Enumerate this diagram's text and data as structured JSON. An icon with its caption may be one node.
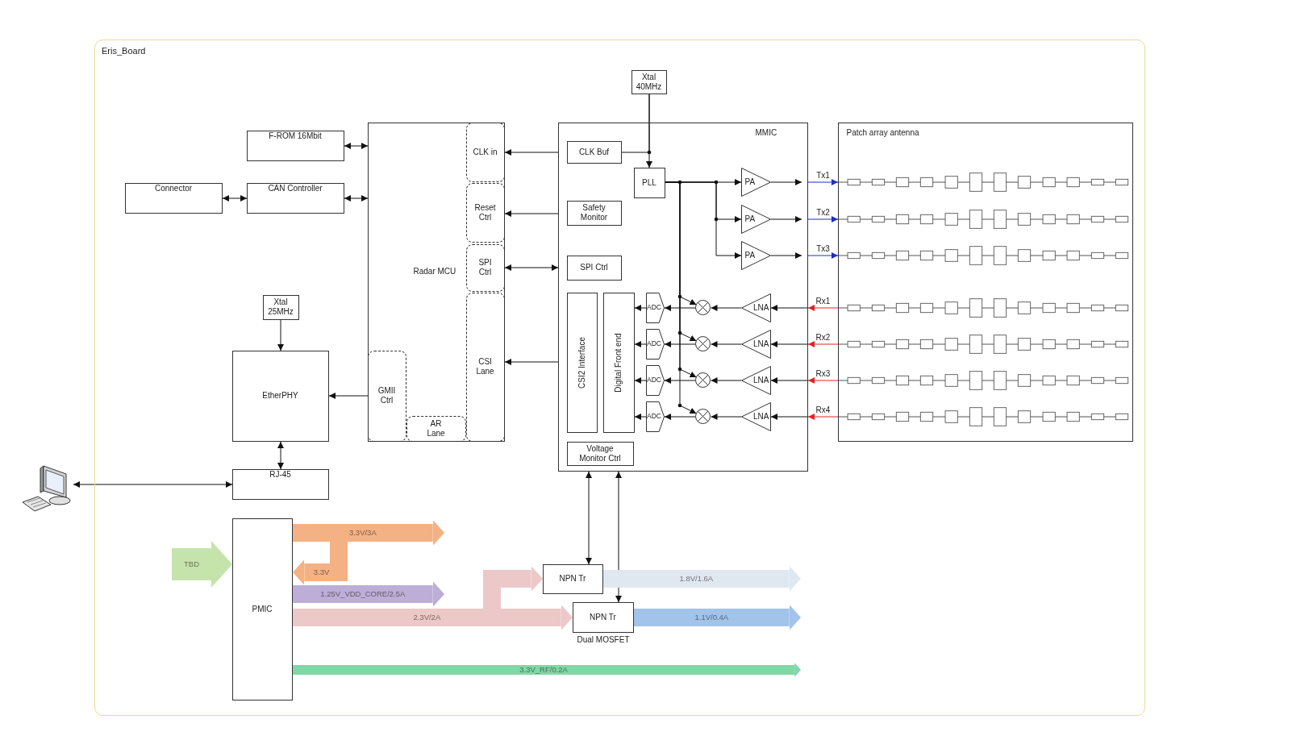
{
  "diagram": {
    "nodes": [
      {
        "text": [
          "Eris_Board"
        ]
      },
      {
        "text": [
          "Xtal 40MHz"
        ],
        "in": 0
      },
      {
        "text": [
          "F-ROM 16Mbit"
        ],
        "in": 0
      },
      {
        "text": [
          "Radar MCU"
        ],
        "in": 0
      },
      {
        "text": [
          "CLK in"
        ],
        "in": 3
      },
      {
        "text": [
          "Reset Ctrl"
        ],
        "in": 3
      },
      {
        "text": [
          "SPI Ctrl"
        ],
        "in": 3
      },
      {
        "text": [
          "CSI Lane"
        ],
        "in": 3
      },
      {
        "text": [
          "GMII Ctrl"
        ],
        "in": 3
      },
      {
        "text": [
          "AR Lane"
        ],
        "in": 3
      },
      {
        "text": [
          "MMIC"
        ],
        "in": 0
      },
      {
        "text": [
          "CLK Buf"
        ],
        "in": 10
      },
      {
        "text": [
          "PLL"
        ],
        "in": 10
      },
      {
        "text": [
          "Safety Monitor"
        ],
        "in": 10
      },
      {
        "text": [
          "SPI Ctrl"
        ],
        "in": 10
      },
      {
        "text": [
          "CSI2 Interface"
        ],
        "in": 10
      },
      {
        "text": [
          "Digital Front end"
        ],
        "in": 10
      },
      {
        "text": [
          "Voltage Monitor Ctrl"
        ],
        "in": 10
      },
      {
        "text": [
          "PA"
        ],
        "in": 10
      },
      {
        "text": [
          "PA"
        ],
        "in": 10
      },
      {
        "text": [
          "PA"
        ],
        "in": 10
      },
      {
        "text": [
          "LNA"
        ],
        "in": 10
      },
      {
        "text": [
          "LNA"
        ],
        "in": 10
      },
      {
        "text": [
          "LNA"
        ],
        "in": 10
      },
      {
        "text": [
          "LNA"
        ],
        "in": 10
      },
      {
        "text": [],
        "shape": "circle",
        "in": 10
      },
      {
        "text": [],
        "shape": "circle",
        "in": 10
      },
      {
        "text": [],
        "shape": "circle",
        "in": 10
      },
      {
        "text": [],
        "shape": "circle",
        "in": 10
      },
      {
        "text": [
          "ADC"
        ],
        "in": 10
      },
      {
        "text": [
          "ADC"
        ],
        "in": 10
      },
      {
        "text": [
          "ADC"
        ],
        "in": 10
      },
      {
        "text": [
          "ADC"
        ],
        "in": 10
      },
      {
        "text": [
          "Patch array antenna"
        ],
        "in": 0
      },
      {
        "text": [
          "Connector"
        ],
        "in": 0
      },
      {
        "text": [
          "CAN Controller"
        ],
        "in": 0
      },
      {
        "text": [
          "Xtal 25MHz"
        ],
        "in": 0
      },
      {
        "text": [
          "EtherPHY"
        ],
        "in": 0
      },
      {
        "text": [
          "RJ-45"
        ],
        "in": 0
      },
      {
        "text": [],
        "shape": "computer"
      },
      {
        "text": [
          "PMIC"
        ],
        "in": 0
      },
      {
        "text": [
          "NPN Tr"
        ],
        "in": 0
      },
      {
        "text": [
          "NPN Tr"
        ],
        "in": 0,
        "beside": [
          "Dual MOSFET"
        ]
      }
    ],
    "edges": [
      {
        "from": 1,
        "to": 12,
        "arrow": "to"
      },
      {
        "from": 1,
        "to": 11,
        "arrow": "none"
      },
      {
        "from": 10,
        "to": 4,
        "arrow": "to"
      },
      {
        "from": 10,
        "to": 5,
        "arrow": "to"
      },
      {
        "from": 6,
        "to": 10,
        "arrow": "both"
      },
      {
        "from": 10,
        "to": 7,
        "arrow": "to"
      },
      {
        "from": 2,
        "to": 3,
        "arrow": "both"
      },
      {
        "from": 35,
        "to": 3,
        "arrow": "both"
      },
      {
        "from": 34,
        "to": 35,
        "arrow": "both"
      },
      {
        "from": 36,
        "to": 37,
        "arrow": "to"
      },
      {
        "from": 8,
        "to": 37,
        "arrow": "to"
      },
      {
        "from": 37,
        "to": 38,
        "arrow": "both"
      },
      {
        "from": 39,
        "to": 38,
        "arrow": "both"
      },
      {
        "from": 12,
        "to": 18,
        "arrow": "to"
      },
      {
        "from": 12,
        "to": 19,
        "arrow": "to"
      },
      {
        "from": 12,
        "to": 20,
        "arrow": "to"
      },
      {
        "from": 18,
        "to": null,
        "arrow": "to"
      },
      {
        "from": 19,
        "to": null,
        "arrow": "to"
      },
      {
        "from": 20,
        "to": null,
        "arrow": "to"
      },
      {
        "from": 10,
        "to": 33,
        "arrow": "to",
        "label": "Tx1",
        "color": "#1f2fc8"
      },
      {
        "from": 10,
        "to": 33,
        "arrow": "to",
        "label": "Tx2",
        "color": "#1f2fc8"
      },
      {
        "from": 10,
        "to": 33,
        "arrow": "to",
        "label": "Tx3",
        "color": "#1f2fc8"
      },
      {
        "from": 33,
        "to": 10,
        "arrow": "to",
        "label": "Rx1",
        "color": "#e02424"
      },
      {
        "from": 33,
        "to": 10,
        "arrow": "to",
        "label": "Rx2",
        "color": "#e02424"
      },
      {
        "from": 33,
        "to": 10,
        "arrow": "to",
        "label": "Rx3",
        "color": "#e02424"
      },
      {
        "from": 33,
        "to": 10,
        "arrow": "to",
        "label": "Rx4",
        "color": "#e02424"
      },
      {
        "from": null,
        "to": 21,
        "arrow": "to"
      },
      {
        "from": null,
        "to": 22,
        "arrow": "to"
      },
      {
        "from": null,
        "to": 23,
        "arrow": "to"
      },
      {
        "from": null,
        "to": 24,
        "arrow": "to"
      },
      {
        "from": 21,
        "to": 25,
        "arrow": "to"
      },
      {
        "from": 22,
        "to": 26,
        "arrow": "to"
      },
      {
        "from": 23,
        "to": 27,
        "arrow": "to"
      },
      {
        "from": 24,
        "to": 28,
        "arrow": "to"
      },
      {
        "from": 25,
        "to": 29,
        "arrow": "to"
      },
      {
        "from": 26,
        "to": 30,
        "arrow": "to"
      },
      {
        "from": 27,
        "to": 31,
        "arrow": "to"
      },
      {
        "from": 28,
        "to": 32,
        "arrow": "to"
      },
      {
        "from": 29,
        "to": 16,
        "arrow": "to"
      },
      {
        "from": 30,
        "to": 16,
        "arrow": "to"
      },
      {
        "from": 31,
        "to": 16,
        "arrow": "to"
      },
      {
        "from": 32,
        "to": 16,
        "arrow": "to"
      },
      {
        "from": 12,
        "to": 25,
        "arrow": "to"
      },
      {
        "from": 12,
        "to": 26,
        "arrow": "to"
      },
      {
        "from": 12,
        "to": 27,
        "arrow": "to"
      },
      {
        "from": 12,
        "to": 28,
        "arrow": "to"
      },
      {
        "from": 10,
        "to": 41,
        "arrow": "both"
      },
      {
        "from": 10,
        "to": 42,
        "arrow": "both"
      },
      {
        "from": null,
        "to": 40,
        "arrow": "to",
        "label": "TBD",
        "style": "thick",
        "color": "#c5e4ab"
      },
      {
        "from": 40,
        "to": null,
        "arrow": "to",
        "label": "3.3V/3A",
        "style": "thick",
        "color": "#f4b183"
      },
      {
        "from": null,
        "to": 40,
        "arrow": "to",
        "label": "3.3V",
        "style": "thick",
        "color": "#f4b183"
      },
      {
        "from": 40,
        "to": null,
        "arrow": "to",
        "label": "1.25V_VDD_CORE/2.5A",
        "style": "thick",
        "color": "#bcaed6"
      },
      {
        "from": 40,
        "to": 41,
        "arrow": "to",
        "style": "thick",
        "color": "#ecc8c8"
      },
      {
        "from": 40,
        "to": 42,
        "arrow": "to",
        "label": "2.3V/2A",
        "style": "thick",
        "color": "#ecc8c8"
      },
      {
        "from": 41,
        "to": null,
        "arrow": "to",
        "label": "1.8V/1.6A",
        "style": "thick",
        "color": "#dfe7f1"
      },
      {
        "from": 42,
        "to": null,
        "arrow": "to",
        "label": "1.1V/0.4A",
        "style": "thick",
        "color": "#a2c4ea"
      },
      {
        "from": 40,
        "to": null,
        "arrow": "to",
        "label": "3.3V_RF/0.2A",
        "style": "thick",
        "color": "#7fd8a6"
      }
    ]
  }
}
